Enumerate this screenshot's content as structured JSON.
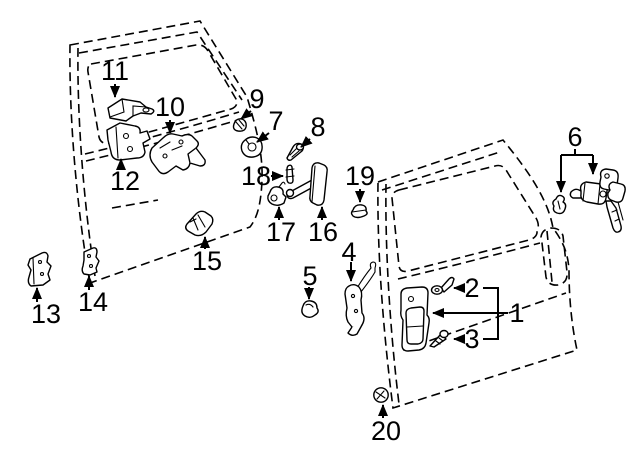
{
  "diagram": {
    "kind": "exploded-parts-diagram",
    "description": "Line diagram of two vehicle doors drawn with dashed outlines and twenty numbered hardware parts (hinges, screws, clips, door check, lock cylinder with keys, handle, lock assembly) indicated by arrows",
    "background_color": "#ffffff",
    "line_color": "#000000",
    "callout_count": 20,
    "callouts": [
      {
        "label": "1"
      },
      {
        "label": "2"
      },
      {
        "label": "3"
      },
      {
        "label": "4"
      },
      {
        "label": "5"
      },
      {
        "label": "6"
      },
      {
        "label": "7"
      },
      {
        "label": "8"
      },
      {
        "label": "9"
      },
      {
        "label": "10"
      },
      {
        "label": "11"
      },
      {
        "label": "12"
      },
      {
        "label": "13"
      },
      {
        "label": "14"
      },
      {
        "label": "15"
      },
      {
        "label": "16"
      },
      {
        "label": "17"
      },
      {
        "label": "18"
      },
      {
        "label": "19"
      },
      {
        "label": "20"
      }
    ]
  }
}
